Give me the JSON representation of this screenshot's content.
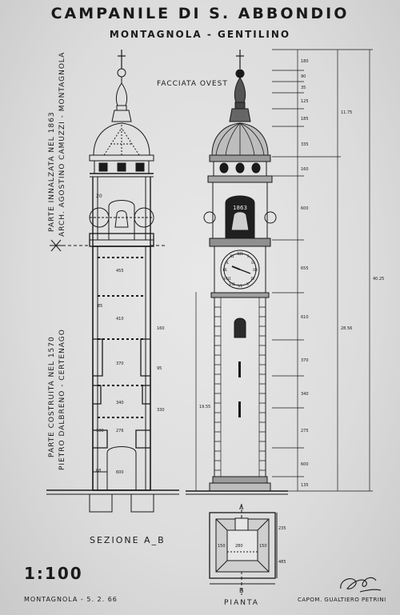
{
  "sheet": {
    "title": "CAMPANILE DI S. ABBONDIO",
    "subtitle": "MONTAGNOLA - GENTILINO",
    "west_facade_label": "FACCIATA OVEST",
    "upper_part": {
      "line1": "PARTE INNALZATA NEL 1863",
      "line2": "ARCH. AGOSTINO CAMUZZI - MONTAGNOLA"
    },
    "lower_part": {
      "line1": "PARTE COSTRUITA NEL 1570",
      "line2": "PIETRO DALBRENO - CERTENAGO"
    },
    "section_label": "SEZIONE A_B",
    "scale": "1:100",
    "place_date": "MONTAGNOLA - 5. 2. 66",
    "plan_label": "PIANTA",
    "author": "CAPOM. GUALTIERO PETRINI",
    "bell_year": "1863",
    "section_markers": [
      "A",
      "B"
    ]
  },
  "colors": {
    "paper": "#dcdcdc",
    "ink": "#1a1a1a"
  },
  "icons": {
    "cross": "cross-icon",
    "bell": "bell-icon",
    "clock": "clock-face-icon"
  }
}
